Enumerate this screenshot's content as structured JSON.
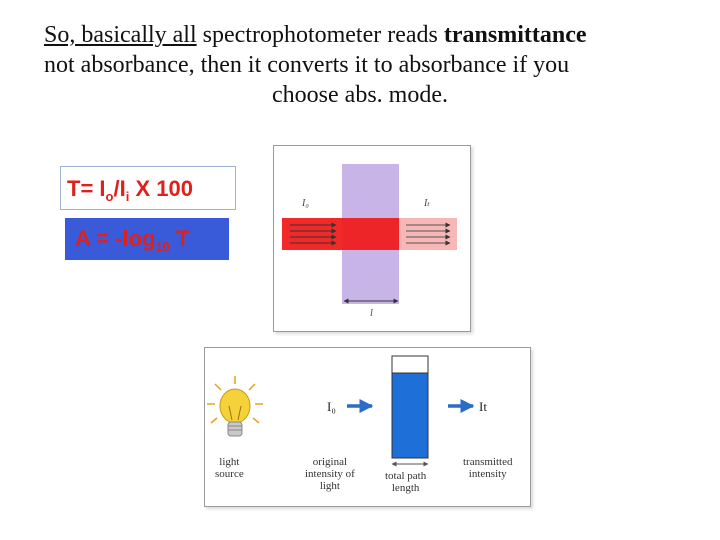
{
  "heading": {
    "line1_underlined": "So, basically all",
    "line1_rest": " spectrophotometer reads ",
    "line1_bold": "transmittance",
    "line2": "not absorbance, then it converts it to absorbance if you",
    "line3": "choose abs. mode."
  },
  "formulas": {
    "t_prefix": "T= I",
    "t_sub_o": "o",
    "t_slash": "/I",
    "t_sub_i": "i",
    "t_suffix": " X 100",
    "a_prefix": "A = -log",
    "a_sub": "10",
    "a_suffix": " T"
  },
  "diagram_top": {
    "label_incident": "I₀",
    "label_transmitted": "Iₜ",
    "label_length": "l",
    "colors": {
      "sample": "#c8b4e6",
      "beam_in": "#f01e1e",
      "beam_out": "#f7b7b7"
    }
  },
  "diagram_bottom": {
    "label_io": "I₀",
    "label_it": "It",
    "captions": {
      "light_source": [
        "light",
        "source"
      ],
      "original": [
        "original",
        "intensity of",
        "light"
      ],
      "path": [
        "total path",
        "length"
      ],
      "transmitted": [
        "transmitted",
        "intensity"
      ]
    },
    "colors": {
      "cuvette": "#1e6fd8",
      "arrow": "#2a6cc8",
      "bulb": "#f5d23a"
    }
  }
}
